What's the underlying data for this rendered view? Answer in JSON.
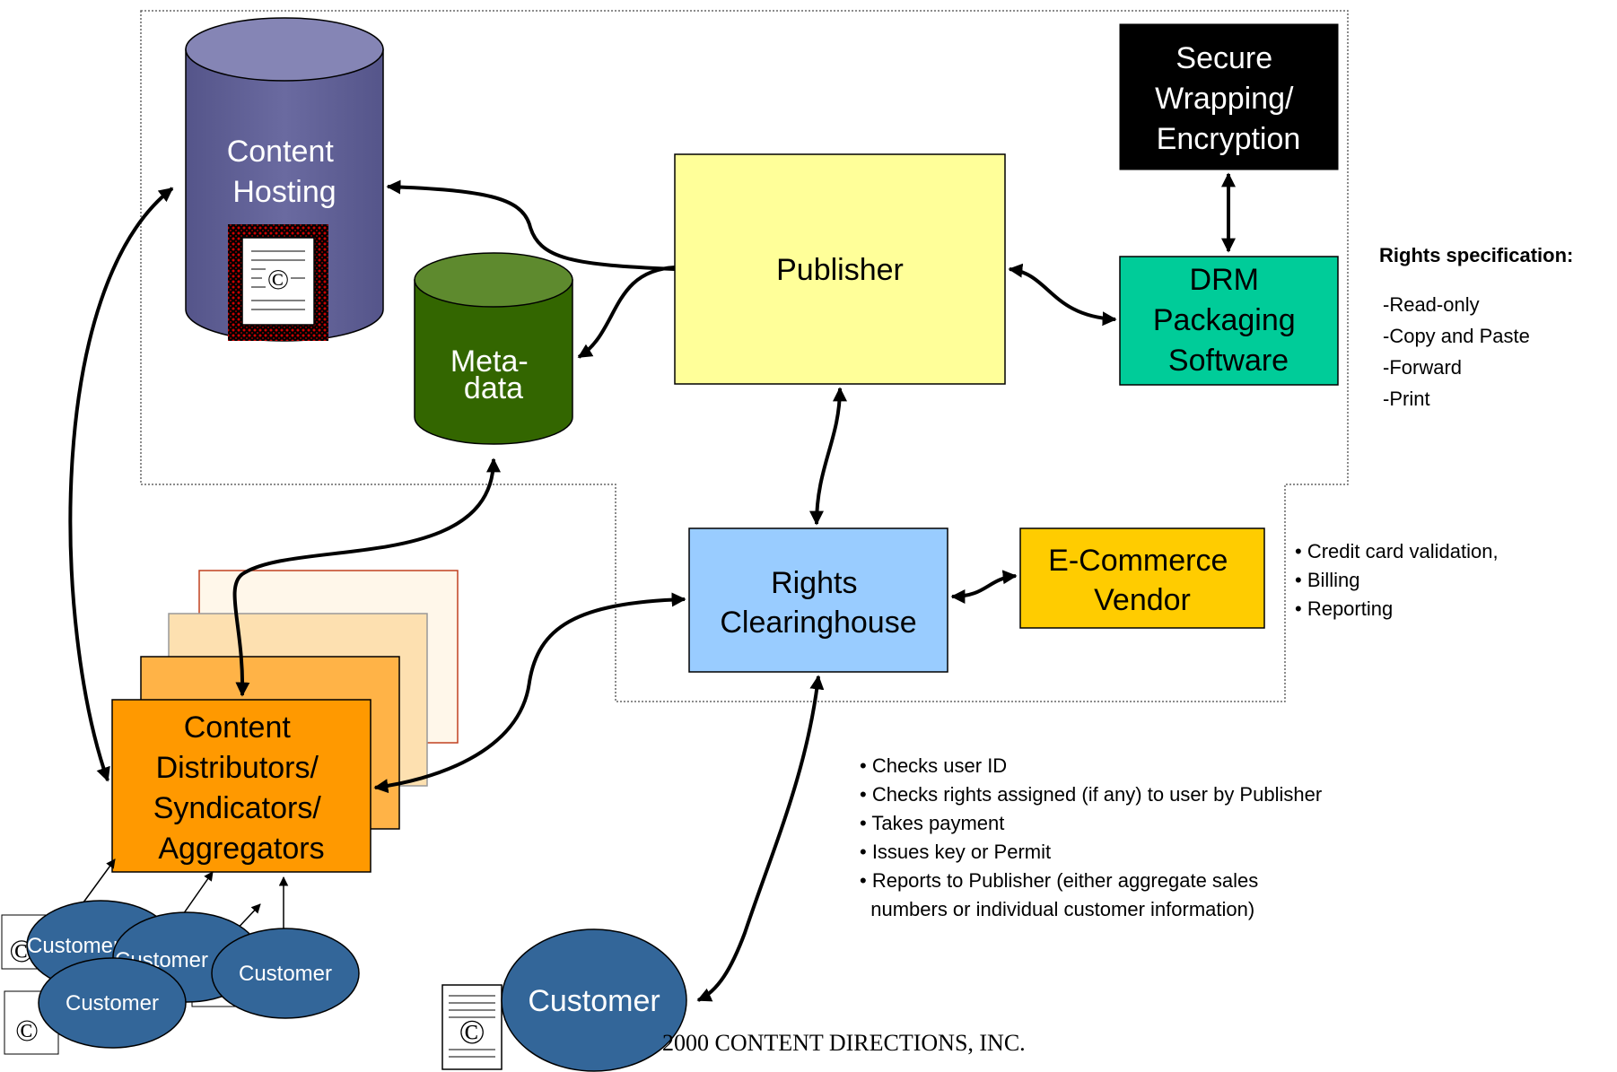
{
  "nodes": {
    "secure": [
      "Secure",
      "Wrapping/",
      "Encryption"
    ],
    "hosting": [
      "Content",
      "Hosting"
    ],
    "publisher": "Publisher",
    "drm": [
      "DRM",
      "Packaging",
      "Software"
    ],
    "metadata": [
      "Meta-",
      "data"
    ],
    "clearinghouse": [
      "Rights",
      "Clearinghouse"
    ],
    "ecommerce": [
      "E-Commerce",
      "Vendor"
    ],
    "distributors": [
      "Content",
      "Distributors/",
      "Syndicators/",
      "Aggregators"
    ],
    "customer_main": "Customer",
    "customer_small_1": "Customer",
    "customer_small_2": "Customer",
    "customer_small_3": "Customer",
    "customer_small_4": "Customer"
  },
  "rights_spec": {
    "title": "Rights specification:",
    "items": [
      "-Read-only",
      "-Copy and Paste",
      "-Forward",
      "-Print"
    ]
  },
  "ecommerce_notes": [
    "• Credit card validation,",
    "• Billing",
    "• Reporting"
  ],
  "clearinghouse_notes": [
    "• Checks user ID",
    "• Checks rights assigned (if any) to user by Publisher",
    "• Takes payment",
    "• Issues key or Permit",
    "• Reports to Publisher (either aggregate sales",
    "  numbers or individual customer information)"
  ],
  "copyright_symbol": "©",
  "footer": "2000 CONTENT DIRECTIONS, INC.",
  "colors": {
    "hosting": "#66669a",
    "publisher": "#ffff99",
    "drm": "#00cc99",
    "metadata": "#336600",
    "clearinghouse": "#99ccff",
    "ecommerce": "#ffcc00",
    "distributors": "#ff9900",
    "customer": "#336699",
    "secure": "#000000"
  }
}
